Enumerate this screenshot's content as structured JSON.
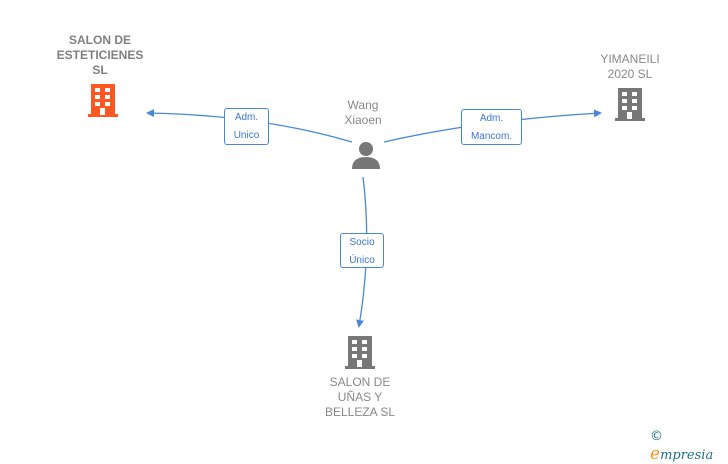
{
  "nodes": {
    "person": {
      "name_line1": "Wang",
      "name_line2": "Xiaoen"
    },
    "company_left": {
      "line1": "SALON DE",
      "line2": "ESTETICIENES",
      "line3": "SL",
      "color": "#ff5722"
    },
    "company_right": {
      "line1": "YIMANEILI",
      "line2": "2020  SL",
      "color": "#777777"
    },
    "company_bottom": {
      "line1": "SALON DE",
      "line2": "UÑAS Y",
      "line3": "BELLEZA  SL",
      "color": "#777777"
    }
  },
  "relations": {
    "left": {
      "line1": "Adm.",
      "line2": "Unico"
    },
    "right": {
      "line1": "Adm.",
      "line2": "Mancom."
    },
    "bottom": {
      "line1": "Socio",
      "line2": "Único"
    }
  },
  "footer": {
    "copyright": "©",
    "brand_e": "e",
    "brand_rest": "mpresia"
  },
  "colors": {
    "edge": "#4a86e0",
    "brand_orange": "#f7931e"
  }
}
